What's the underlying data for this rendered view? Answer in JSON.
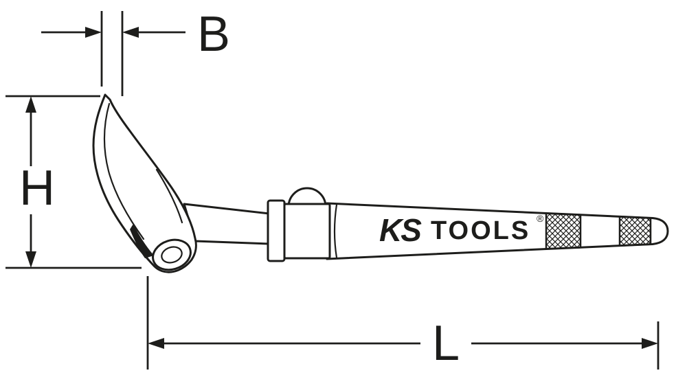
{
  "diagram": {
    "type": "technical-dimension-drawing",
    "subject": "KS Tools mini pry bar / nail lifter with ball joint, side view with dimension callouts",
    "labels": {
      "width": "B",
      "height": "H",
      "length": "L"
    },
    "brand": {
      "name": "KS",
      "suffix": "TOOLS",
      "registered": "®"
    },
    "colors": {
      "line": "#1d1d1b",
      "background": "#ffffff",
      "fill": "#ffffff"
    }
  }
}
